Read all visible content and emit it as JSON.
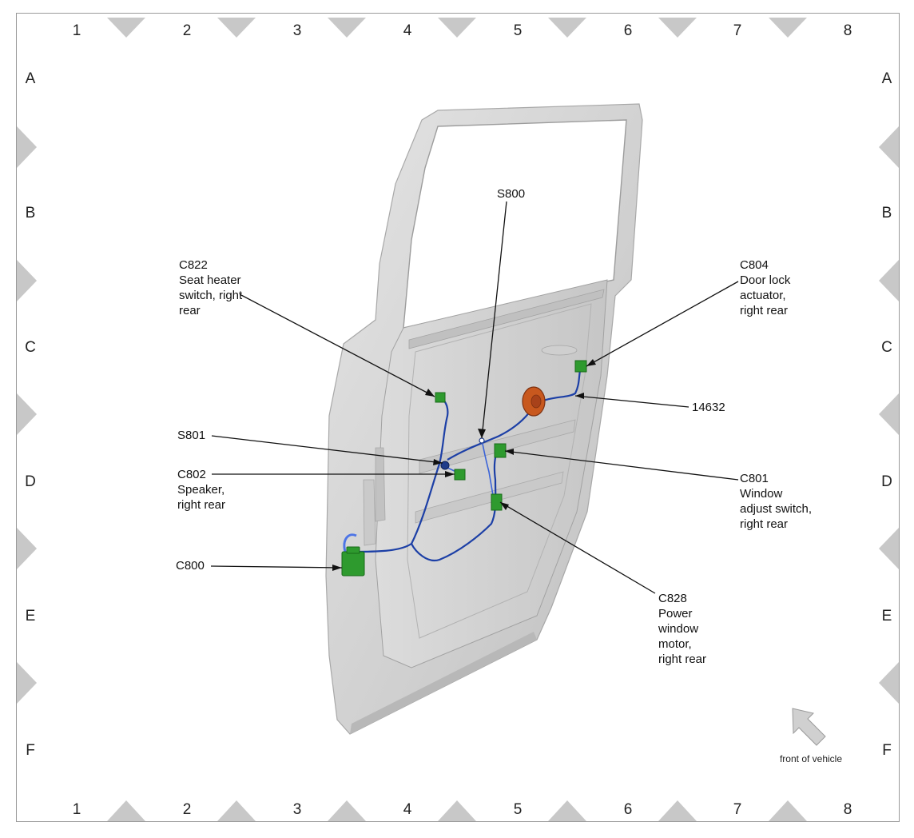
{
  "grid": {
    "columns": [
      "1",
      "2",
      "3",
      "4",
      "5",
      "6",
      "7",
      "8"
    ],
    "rows": [
      "A",
      "B",
      "C",
      "D",
      "E",
      "F"
    ]
  },
  "callouts": {
    "s800": [
      "S800"
    ],
    "c822": [
      "C822",
      "Seat heater",
      "switch, right",
      "rear"
    ],
    "c804": [
      "C804",
      "Door lock",
      "actuator,",
      "right rear"
    ],
    "p14632": [
      "14632"
    ],
    "s801": [
      "S801"
    ],
    "c802": [
      "C802",
      "Speaker,",
      "right rear"
    ],
    "c801": [
      "C801",
      "Window",
      "adjust switch,",
      "right rear"
    ],
    "c800": [
      "C800"
    ],
    "c828": [
      "C828",
      "Power",
      "window",
      "motor,",
      "right rear"
    ]
  },
  "orientation": {
    "label": "front of vehicle",
    "icon": "arrow-up-left-icon"
  },
  "colors": {
    "door": "#d6d6d6",
    "harness": "#1c3fa6",
    "connector": "#2e9a2e",
    "speaker": "#c8581e",
    "ticks": "#c8c8c8"
  }
}
